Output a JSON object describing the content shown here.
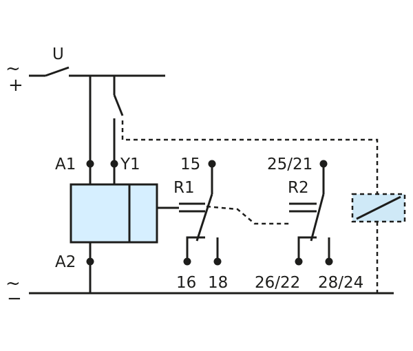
{
  "supply": {
    "plus_symbol": "~",
    "plus_sign": "+",
    "minus_symbol": "~",
    "minus_sign": "−",
    "switch_label": "U"
  },
  "terminals": {
    "a1": "A1",
    "y1": "Y1",
    "a2": "A2",
    "t15": "15",
    "t16": "16",
    "t18": "18",
    "t2521": "25/21",
    "t2622": "26/22",
    "t2824": "28/24"
  },
  "relays": {
    "r1": "R1",
    "r2": "R2"
  },
  "colors": {
    "line": "#1d1d1b",
    "module_fill": "#d6efff",
    "remote_coil_fill": "#cfe9f7"
  }
}
